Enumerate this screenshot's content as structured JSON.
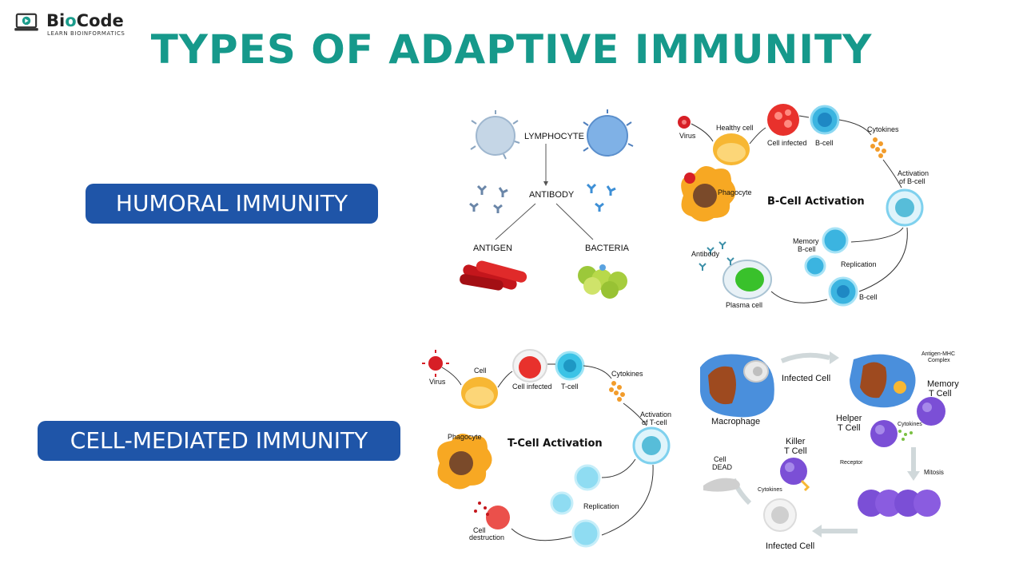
{
  "brand": {
    "name_prefix": "Bi",
    "name_o": "o",
    "name_suffix": "Code",
    "tagline": "LEARN BIOINFORMATICS"
  },
  "title": "TYPES OF ADAPTIVE IMMUNITY",
  "sections": {
    "humoral": "HUMORAL IMMUNITY",
    "cell_mediated": "CELL-MEDIATED IMMUNITY"
  },
  "lymphocyte_diagram": {
    "lymphocyte": "LYMPHOCYTE",
    "antibody": "ANTIBODY",
    "antigen": "ANTIGEN",
    "bacteria": "BACTERIA"
  },
  "bcell_cycle": {
    "title": "B-Cell Activation",
    "virus": "Virus",
    "healthy_cell": "Healthy cell",
    "cell_infected": "Cell infected",
    "b_cell_top": "B-cell",
    "cytokines": "Cytokines",
    "activation_1": "Activation",
    "activation_2": "of B-cell",
    "phagocyte": "Phagocyte",
    "memory_1": "Memory",
    "memory_2": "B-cell",
    "replication": "Replication",
    "antibody": "Antibody",
    "b_cell_bottom": "B-cell",
    "plasma_cell": "Plasma cell"
  },
  "tcell_cycle": {
    "title": "T-Cell Activation",
    "virus": "Virus",
    "cell": "Cell",
    "cell_infected": "Cell infected",
    "t_cell": "T-cell",
    "cytokines": "Cytokines",
    "activation_1": "Activation",
    "activation_2": "of T-cell",
    "phagocyte": "Phagocyte",
    "replication": "Replication",
    "destruction_1": "Cell",
    "destruction_2": "destruction"
  },
  "cell_mediated_diagram": {
    "infected_cell_top": "Infected Cell",
    "macrophage": "Macrophage",
    "antigen_mhc_1": "Antigen-MHC",
    "antigen_mhc_2": "Complex",
    "memory_1": "Memory",
    "memory_2": "T Cell",
    "helper_1": "Helper",
    "helper_2": "T Cell",
    "cytokines_helper": "Cytokines",
    "receptor": "Receptor",
    "mitosis": "Mitosis",
    "killer_1": "Killer",
    "killer_2": "T Cell",
    "dead_1": "Cell",
    "dead_2": "DEAD",
    "cytokines_killer": "Cytokines",
    "infected_cell_bottom": "Infected Cell"
  },
  "colors": {
    "title": "#16998b",
    "pill": "#1f55a8",
    "lymphocyte": "#bcd3e8",
    "b_cell": "#4fc3e8",
    "infected": "#e8312c",
    "healthy": "#f7b733",
    "plasma": "#39c12b",
    "t_cell_purple": "#7b4fd6",
    "macrophage": "#4a8fdc"
  }
}
